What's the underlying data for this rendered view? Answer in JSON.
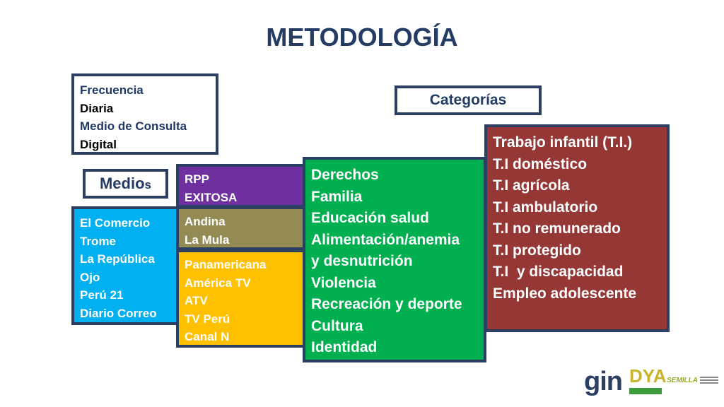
{
  "title": "METODOLOGÍA",
  "info_box": {
    "items": [
      {
        "text": "Frecuencia",
        "color": "#1f3864"
      },
      {
        "text": "Diaria",
        "color": "#000000"
      },
      {
        "text": "Medio de Consulta",
        "color": "#1f3864"
      },
      {
        "text": "Digital",
        "color": "#000000"
      }
    ]
  },
  "medios_label": {
    "main": "Medio",
    "suffix": "s"
  },
  "categorias_label": "Categorías",
  "media_columns": {
    "print": [
      "El Comercio",
      "Trome",
      "La República",
      "Ojo",
      "Perú 21",
      "Diario Correo"
    ],
    "radio": [
      "RPP",
      "EXITOSA"
    ],
    "digital": [
      "Andina",
      "La Mula"
    ],
    "tv": [
      "Panamericana",
      "América TV",
      "ATV",
      "TV Perú",
      "Canal N"
    ]
  },
  "category_groups": {
    "rights": [
      "Derechos",
      "Familia",
      "Educación salud",
      "Alimentación/anemia",
      "y desnutrición",
      "Violencia",
      "Recreación y deporte",
      "Cultura",
      "Identidad"
    ],
    "child_labor": [
      "Trabajo infantil (T.I.)",
      "T.I doméstico",
      "T.I agrícola",
      "T.I ambulatorio",
      "T.I no remunerado",
      "T.I protegido",
      "T.I  y discapacidad",
      "Empleo adolescente"
    ]
  },
  "logos": {
    "gin": "gin",
    "dya": "DYA",
    "semilla": "SEMILLA"
  },
  "colors": {
    "border": "#2b3f63",
    "title": "#243c64",
    "print_bg": "#00b0f0",
    "radio_bg": "#7030a0",
    "digital_bg": "#948a54",
    "tv_bg": "#ffc000",
    "rights_bg": "#00b050",
    "child_labor_bg": "#953735"
  }
}
